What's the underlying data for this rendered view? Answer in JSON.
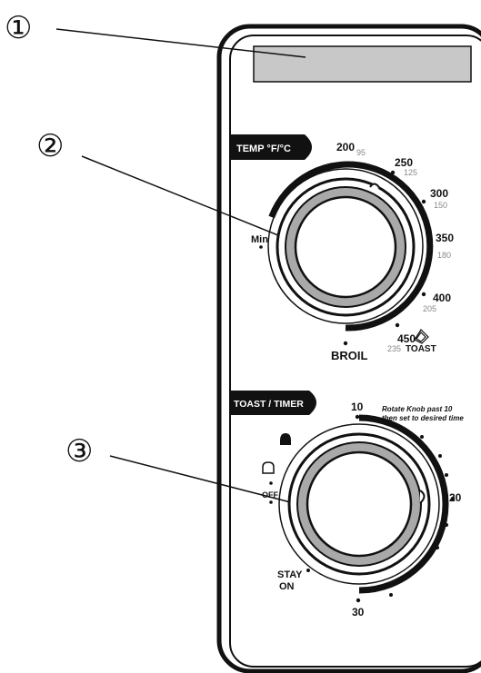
{
  "callouts": [
    "①",
    "②",
    "③"
  ],
  "temp": {
    "badge": "TEMP °F/°C",
    "min": "Min",
    "marks": [
      {
        "f": "200",
        "c": "95"
      },
      {
        "f": "250",
        "c": "125"
      },
      {
        "f": "300",
        "c": "150"
      },
      {
        "f": "350",
        "c": "180"
      },
      {
        "f": "400",
        "c": "205"
      },
      {
        "f": "450",
        "c": "235"
      }
    ],
    "toast": "TOAST",
    "broil": "BROIL"
  },
  "timer": {
    "badge": "TOAST / TIMER",
    "note": [
      "Rotate Knob past 10",
      "then set to desired time"
    ],
    "ten": "10",
    "twenty": "20",
    "thirty": "30",
    "off": "OFF",
    "stay": "STAY",
    "on": "ON"
  },
  "icons": [
    "dark-toast-icon",
    "light-toast-icon",
    "toast-icon"
  ]
}
